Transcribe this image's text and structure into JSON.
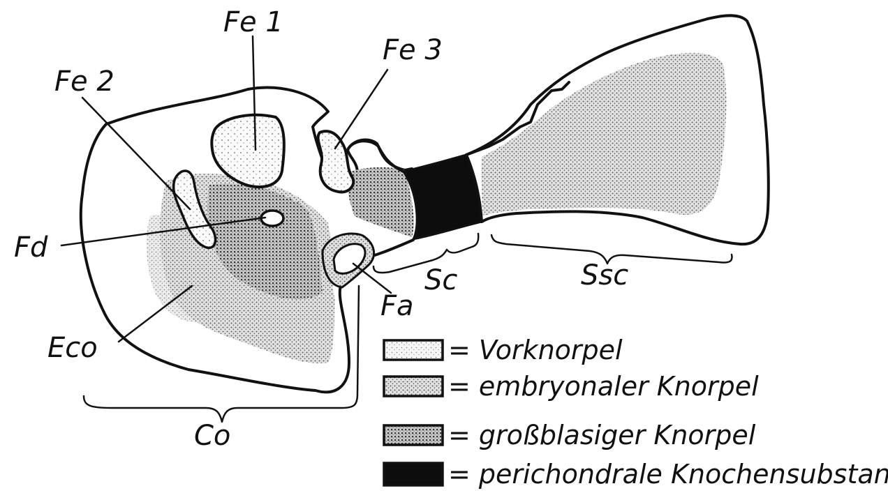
{
  "labels": {
    "fe1": "Fe 1",
    "fe2": "Fe 2",
    "fe3": "Fe 3",
    "fd": "Fd",
    "fa": "Fa",
    "eco": "Eco",
    "sc": "Sc",
    "ssc": "Ssc",
    "co": "Co"
  },
  "legend": [
    {
      "key": "vorknorpel",
      "text": "= Vorknorpel",
      "pattern": "fine-dots"
    },
    {
      "key": "embryonal",
      "text": "= embryonaler Knorpel",
      "pattern": "speckled-dots"
    },
    {
      "key": "grossblasig",
      "text": "= großblasiger Knorpel",
      "pattern": "grid-dots"
    },
    {
      "key": "perichondral",
      "text": "= perichondrale Knochensubstanz",
      "pattern": "solid-black"
    }
  ],
  "colors": {
    "ink": "#111111",
    "paper": "#ffffff"
  }
}
